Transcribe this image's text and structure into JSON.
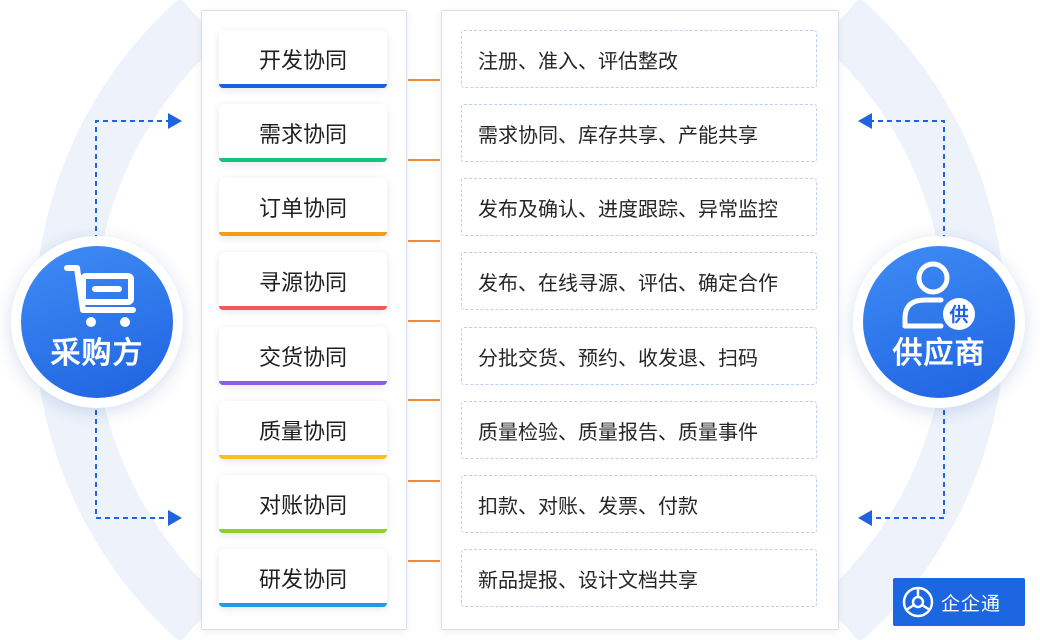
{
  "purchaser": {
    "label": "采购方",
    "icon": "shopping-cart-icon"
  },
  "supplier": {
    "label": "供应商",
    "icon": "supplier-user-icon",
    "badge": "供"
  },
  "rows": [
    {
      "category": "开发协同",
      "detail": "注册、准入、评估整改",
      "color": "#1d5fe0"
    },
    {
      "category": "需求协同",
      "detail": "需求协同、库存共享、产能共享",
      "color": "#17c27d"
    },
    {
      "category": "订单协同",
      "detail": "发布及确认、进度跟踪、异常监控",
      "color": "#f59a1b"
    },
    {
      "category": "寻源协同",
      "detail": "发布、在线寻源、评估、确定合作",
      "color": "#f25a5a"
    },
    {
      "category": "交货协同",
      "detail": "分批交货、预约、收发退、扫码",
      "color": "#8a5cf0"
    },
    {
      "category": "质量协同",
      "detail": "质量检验、质量报告、质量事件",
      "color": "#f5c21b"
    },
    {
      "category": "对账协同",
      "detail": "扣款、对账、发票、付款",
      "color": "#8ed12c"
    },
    {
      "category": "研发协同",
      "detail": "新品提报、设计文档共享",
      "color": "#1f9af0"
    }
  ],
  "logo": {
    "text": "企企通",
    "icon": "qiqitong-logo-icon"
  },
  "colors": {
    "primary": "#1f63e0",
    "connector": "#f08a3c",
    "arrow": "#1f63e0"
  }
}
